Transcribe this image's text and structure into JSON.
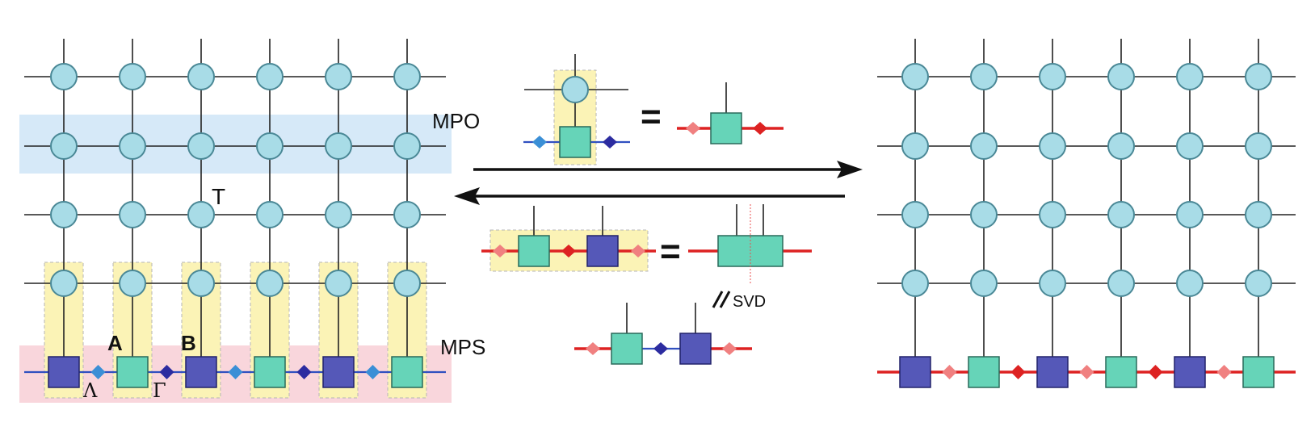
{
  "labels": {
    "mpo": "MPO",
    "mps": "MPS",
    "tensor_t": "T",
    "tensor_a": "A",
    "tensor_b": "B",
    "lambda": "Λ",
    "gamma": "Γ",
    "svd": "SVD",
    "equals_1": "=",
    "equals_2": "="
  },
  "colors": {
    "node_fill": "#a8dce7",
    "node_stroke": "#4a8896",
    "tensor_a": "#66d4b8",
    "tensor_b": "#5558b8",
    "lambda_diamond": "#3b8fd6",
    "gamma_diamond": "#2c2ca0",
    "bond_blue": "#3050c0",
    "bond_red": "#dd2222",
    "diamond_pink": "#f08080",
    "diamond_red": "#dd2222",
    "mpo_band": "#d6e9f8",
    "mps_band": "#f9d6dc",
    "highlight": "#fbf3b6",
    "arrow": "#111111"
  }
}
